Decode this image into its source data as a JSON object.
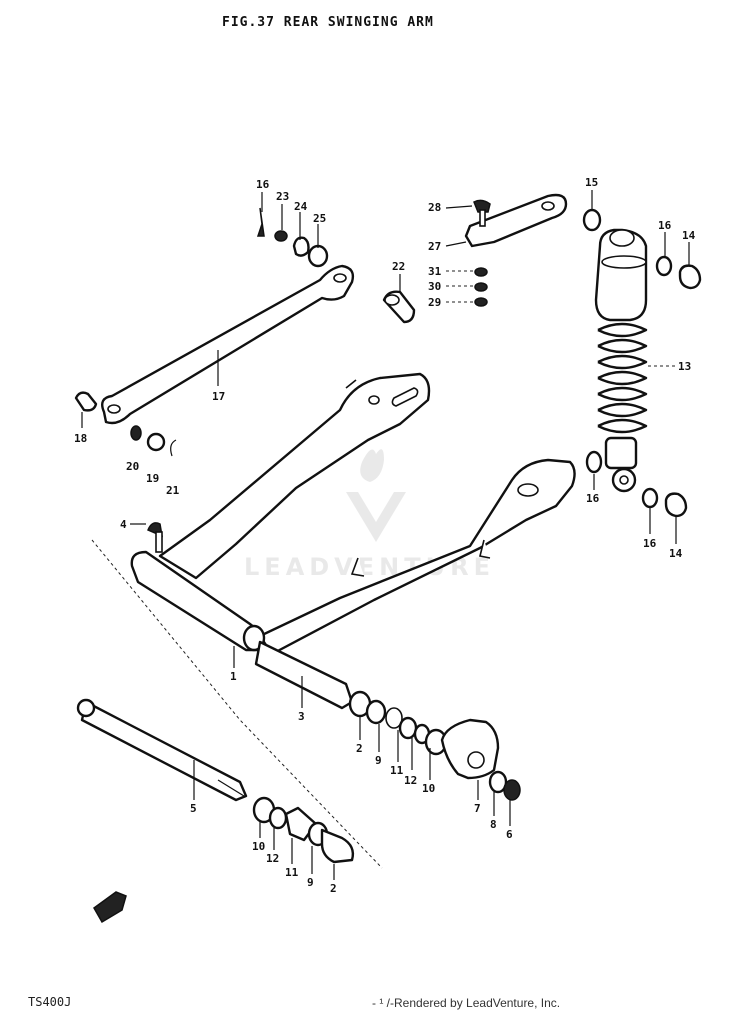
{
  "header": {
    "title": "FIG.37 REAR SWINGING ARM"
  },
  "footer": {
    "model": "TS400J",
    "page_mark": "- ¹ /-",
    "rendered_by": "Rendered by LeadVenture, Inc."
  },
  "watermark": {
    "text": "LEADVENTURE"
  },
  "callouts": [
    {
      "n": "16"
    },
    {
      "n": "23"
    },
    {
      "n": "24"
    },
    {
      "n": "25"
    },
    {
      "n": "28"
    },
    {
      "n": "27"
    },
    {
      "n": "31"
    },
    {
      "n": "30"
    },
    {
      "n": "29"
    },
    {
      "n": "22"
    },
    {
      "n": "15"
    },
    {
      "n": "16"
    },
    {
      "n": "14"
    },
    {
      "n": "13"
    },
    {
      "n": "17"
    },
    {
      "n": "18"
    },
    {
      "n": "20"
    },
    {
      "n": "19"
    },
    {
      "n": "21"
    },
    {
      "n": "16"
    },
    {
      "n": "16"
    },
    {
      "n": "14"
    },
    {
      "n": "4"
    },
    {
      "n": "1"
    },
    {
      "n": "3"
    },
    {
      "n": "2"
    },
    {
      "n": "9"
    },
    {
      "n": "11"
    },
    {
      "n": "12"
    },
    {
      "n": "10"
    },
    {
      "n": "7"
    },
    {
      "n": "8"
    },
    {
      "n": "6"
    },
    {
      "n": "5"
    },
    {
      "n": "10"
    },
    {
      "n": "12"
    },
    {
      "n": "11"
    },
    {
      "n": "9"
    },
    {
      "n": "2"
    }
  ]
}
